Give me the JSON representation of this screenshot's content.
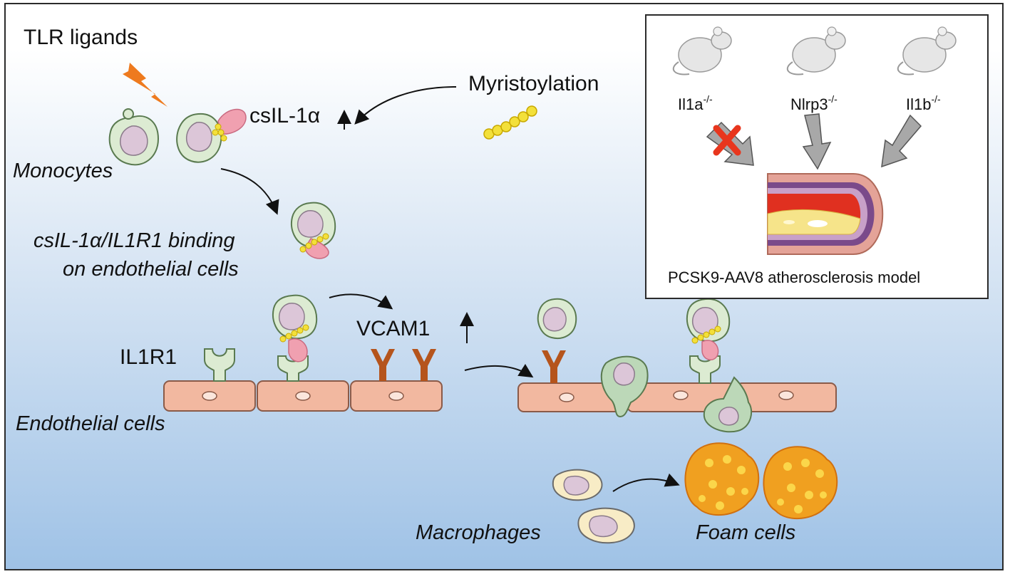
{
  "labels": {
    "tlr": "TLR ligands",
    "csil": "csIL-1α",
    "myristoylation": "Myristoylation",
    "monocytes": "Monocytes",
    "binding_line1": "csIL-1α/IL1R1 binding",
    "binding_line2": "on endothelial cells",
    "vcam1": "VCAM1",
    "il1r1": "IL1R1",
    "endothelial": "Endothelial cells",
    "macrophages": "Macrophages",
    "foam": "Foam cells"
  },
  "inset": {
    "mice": [
      {
        "name": "Il1a",
        "sup": "-/-",
        "blocked": true
      },
      {
        "name": "Nlrp3",
        "sup": "-/-",
        "blocked": false
      },
      {
        "name": "Il1b",
        "sup": "-/-",
        "blocked": false
      }
    ],
    "caption": "PCSK9-AAV8 atherosclerosis model"
  },
  "colors": {
    "monocyte_fill": "#dcebd2",
    "nucleus": "#dcc6d8",
    "endothelial": "#f2b8a0",
    "vcam": "#b5541c",
    "il1a": "#f0a0b0",
    "myristoyl": "#f3e03a",
    "lightning": "#ee7a1e",
    "foam": "#f0a020",
    "macrophage": "#f8ecc6",
    "block_x": "#e8361d"
  }
}
